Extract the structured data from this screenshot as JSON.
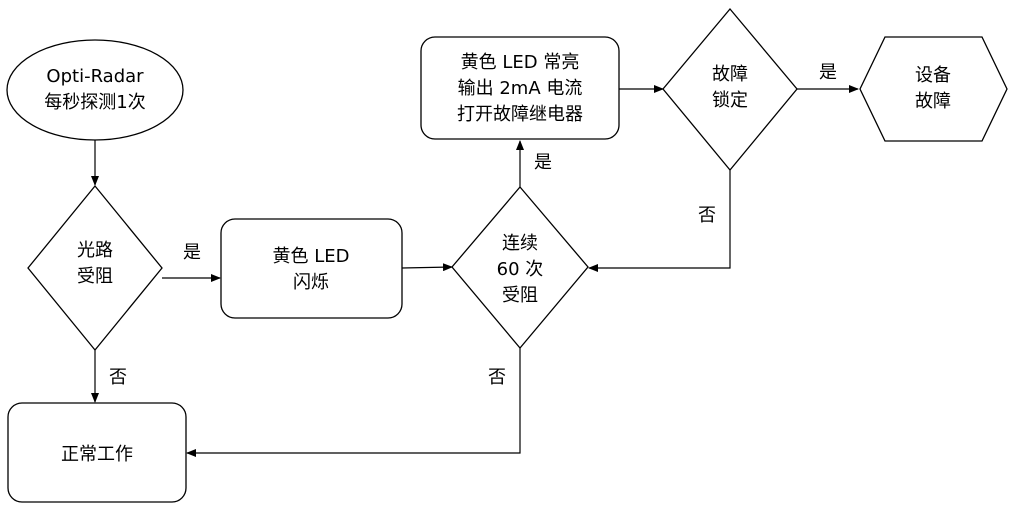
{
  "nodes": {
    "start": {
      "lines": [
        "Opti-Radar",
        "每秒探测1次"
      ]
    },
    "light_blocked": {
      "lines": [
        "光路",
        "受阻"
      ]
    },
    "yellow_flash": {
      "lines": [
        "黄色 LED",
        "闪烁"
      ]
    },
    "consecutive_60": {
      "lines": [
        "连续",
        "60 次",
        "受阻"
      ]
    },
    "yellow_steady": {
      "lines": [
        "黄色 LED 常亮",
        "输出 2mA 电流",
        "打开故障继电器"
      ]
    },
    "fault_locked": {
      "lines": [
        "故障",
        "锁定"
      ]
    },
    "device_fault": {
      "lines": [
        "设备",
        "故障"
      ]
    },
    "normal": {
      "lines": [
        "正常工作"
      ]
    }
  },
  "edges": {
    "blocked_yes": "是",
    "blocked_no": "否",
    "consecutive_yes": "是",
    "consecutive_no": "否",
    "locked_yes": "是",
    "locked_no": "否"
  },
  "colors": {
    "stroke": "#000000",
    "fill": "#ffffff",
    "text": "#000000"
  }
}
